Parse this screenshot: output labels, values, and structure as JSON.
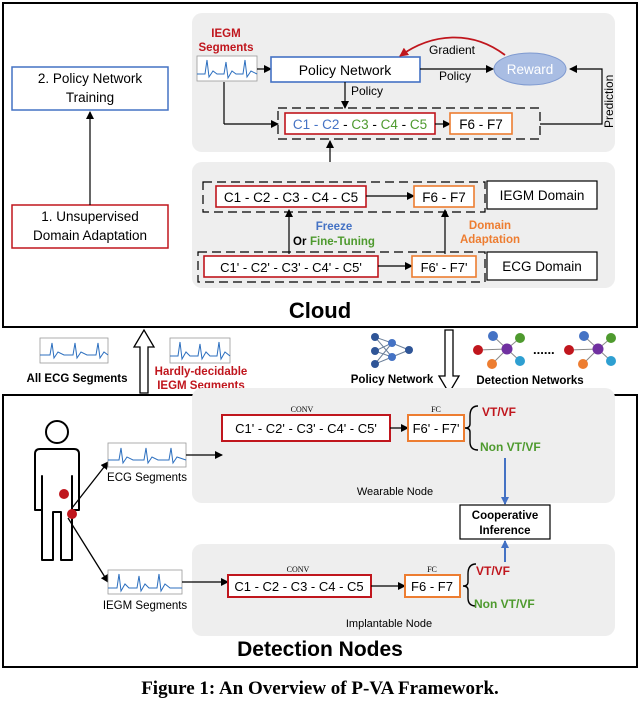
{
  "cloud": {
    "title": "Cloud",
    "left_boxes": {
      "policy_training": [
        "2. Policy Network",
        "Training"
      ],
      "uda": [
        "1. Unsupervised",
        "Domain Adaptation"
      ]
    },
    "iegm_segments_label": [
      "IEGM",
      "Segments"
    ],
    "policy_network": "Policy Network",
    "reward": "Reward",
    "gradient": "Gradient",
    "policy_arrow_right": "Policy",
    "policy_arrow_down": "Policy",
    "prediction": "Prediction",
    "policy_conv": {
      "c1": "C1",
      "c2": "C2",
      "c3": "C3",
      "c4": "C4",
      "c5": "C5",
      "sep": " - "
    },
    "policy_fc": "F6 - F7",
    "iegm_conv": "C1 - C2 - C3 - C4 - C5",
    "iegm_fc": "F6 - F7",
    "iegm_domain": "IEGM Domain",
    "freeze": "Freeze",
    "or": "Or",
    "fine_tuning": "Fine-Tuning",
    "domain_adaptation": [
      "Domain",
      "Adaptation"
    ],
    "ecg_conv": "C1' - C2' - C3' - C4' - C5'",
    "ecg_fc": "F6' - F7'",
    "ecg_domain": "ECG Domain"
  },
  "middle": {
    "all_ecg": "All ECG Segments",
    "hard_iegm": [
      "Hardly-decidable",
      "IEGM Segments"
    ],
    "policy_network": "Policy Network",
    "detection_networks": "Detection Networks",
    "dots": "......"
  },
  "nodes": {
    "title": "Detection Nodes",
    "ecg_segments": "ECG Segments",
    "iegm_segments": "IEGM Segments",
    "wearable": {
      "conv_tag": "CONV",
      "fc_tag": "FC",
      "conv": "C1' - C2' - C3' - C4' - C5'",
      "fc": "F6' - F7'",
      "vt": "VT/VF",
      "non_vt": "Non VT/VF",
      "label": "Wearable Node"
    },
    "cooperative": [
      "Cooperative",
      "Inference"
    ],
    "implantable": {
      "conv_tag": "CONV",
      "fc_tag": "FC",
      "conv": "C1 - C2 - C3 - C4 - C5",
      "fc": "F6 - F7",
      "vt": "VT/VF",
      "non_vt": "Non VT/VF",
      "label": "Implantable Node"
    }
  },
  "caption": "Figure 1: An Overview of P-VA Framework.",
  "colors": {
    "red": "#c0161d",
    "blue": "#4472c4",
    "green": "#4e9a2e",
    "orange": "#ed7d31",
    "panel": "#eeeeee",
    "reward": "#a9bde3"
  }
}
